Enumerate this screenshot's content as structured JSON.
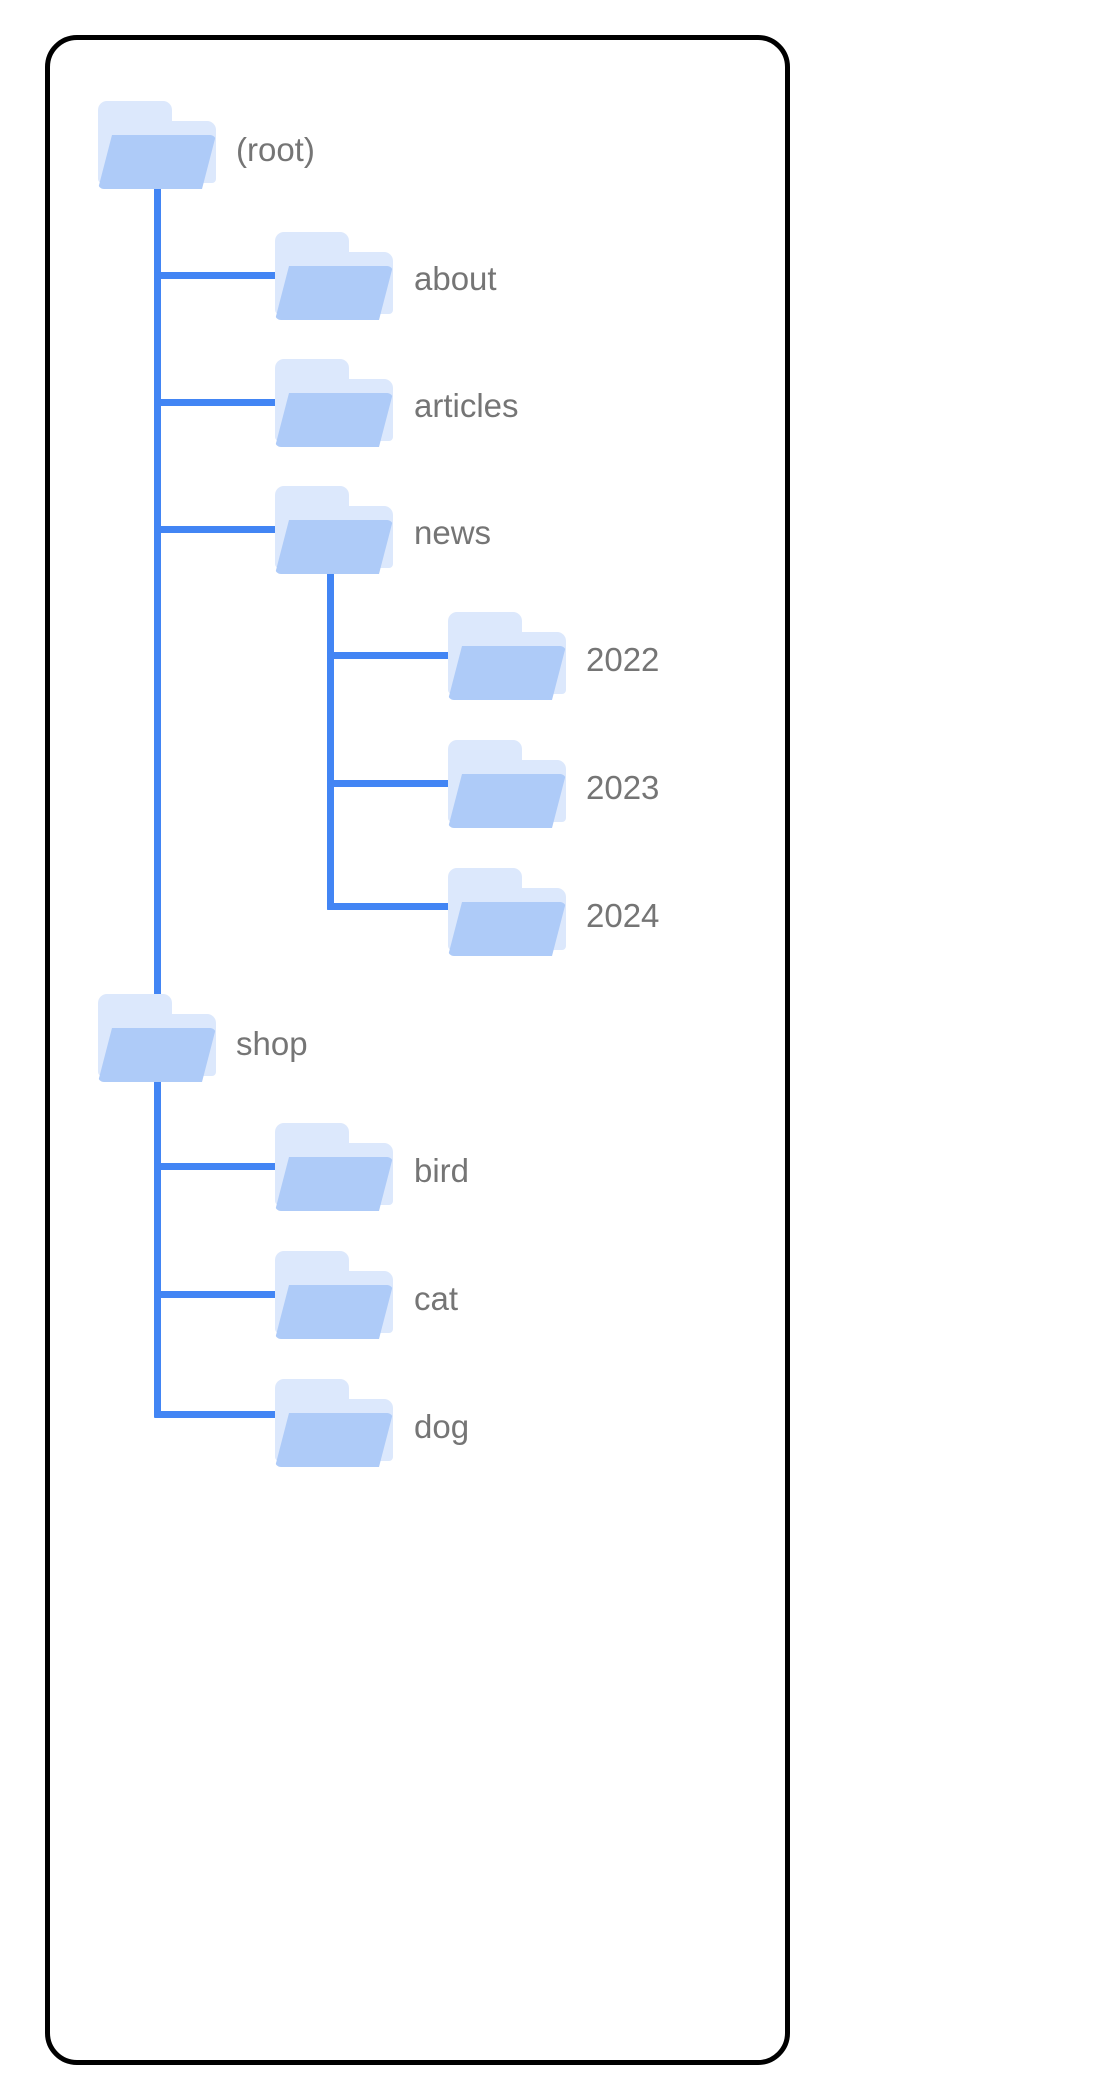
{
  "diagram": {
    "type": "folder-tree",
    "title_visible": false,
    "colors": {
      "connector": "#4285f4",
      "folder_front": "#aecbf8",
      "folder_back": "#dce8fc",
      "label_text": "#757575",
      "frame_border": "#000000",
      "background": "#ffffff"
    },
    "nodes": [
      {
        "id": "root",
        "label": "(root)",
        "depth": 0,
        "icon": "folder-icon"
      },
      {
        "id": "about",
        "label": "about",
        "depth": 1,
        "icon": "folder-icon"
      },
      {
        "id": "articles",
        "label": "articles",
        "depth": 1,
        "icon": "folder-icon"
      },
      {
        "id": "news",
        "label": "news",
        "depth": 1,
        "icon": "folder-icon"
      },
      {
        "id": "news2022",
        "label": "2022",
        "depth": 2,
        "icon": "folder-icon"
      },
      {
        "id": "news2023",
        "label": "2023",
        "depth": 2,
        "icon": "folder-icon"
      },
      {
        "id": "news2024",
        "label": "2024",
        "depth": 2,
        "icon": "folder-icon"
      },
      {
        "id": "shop",
        "label": "shop",
        "depth": 0,
        "icon": "folder-icon"
      },
      {
        "id": "bird",
        "label": "bird",
        "depth": 1,
        "icon": "folder-icon"
      },
      {
        "id": "cat",
        "label": "cat",
        "depth": 1,
        "icon": "folder-icon"
      },
      {
        "id": "dog",
        "label": "dog",
        "depth": 1,
        "icon": "folder-icon"
      }
    ]
  }
}
